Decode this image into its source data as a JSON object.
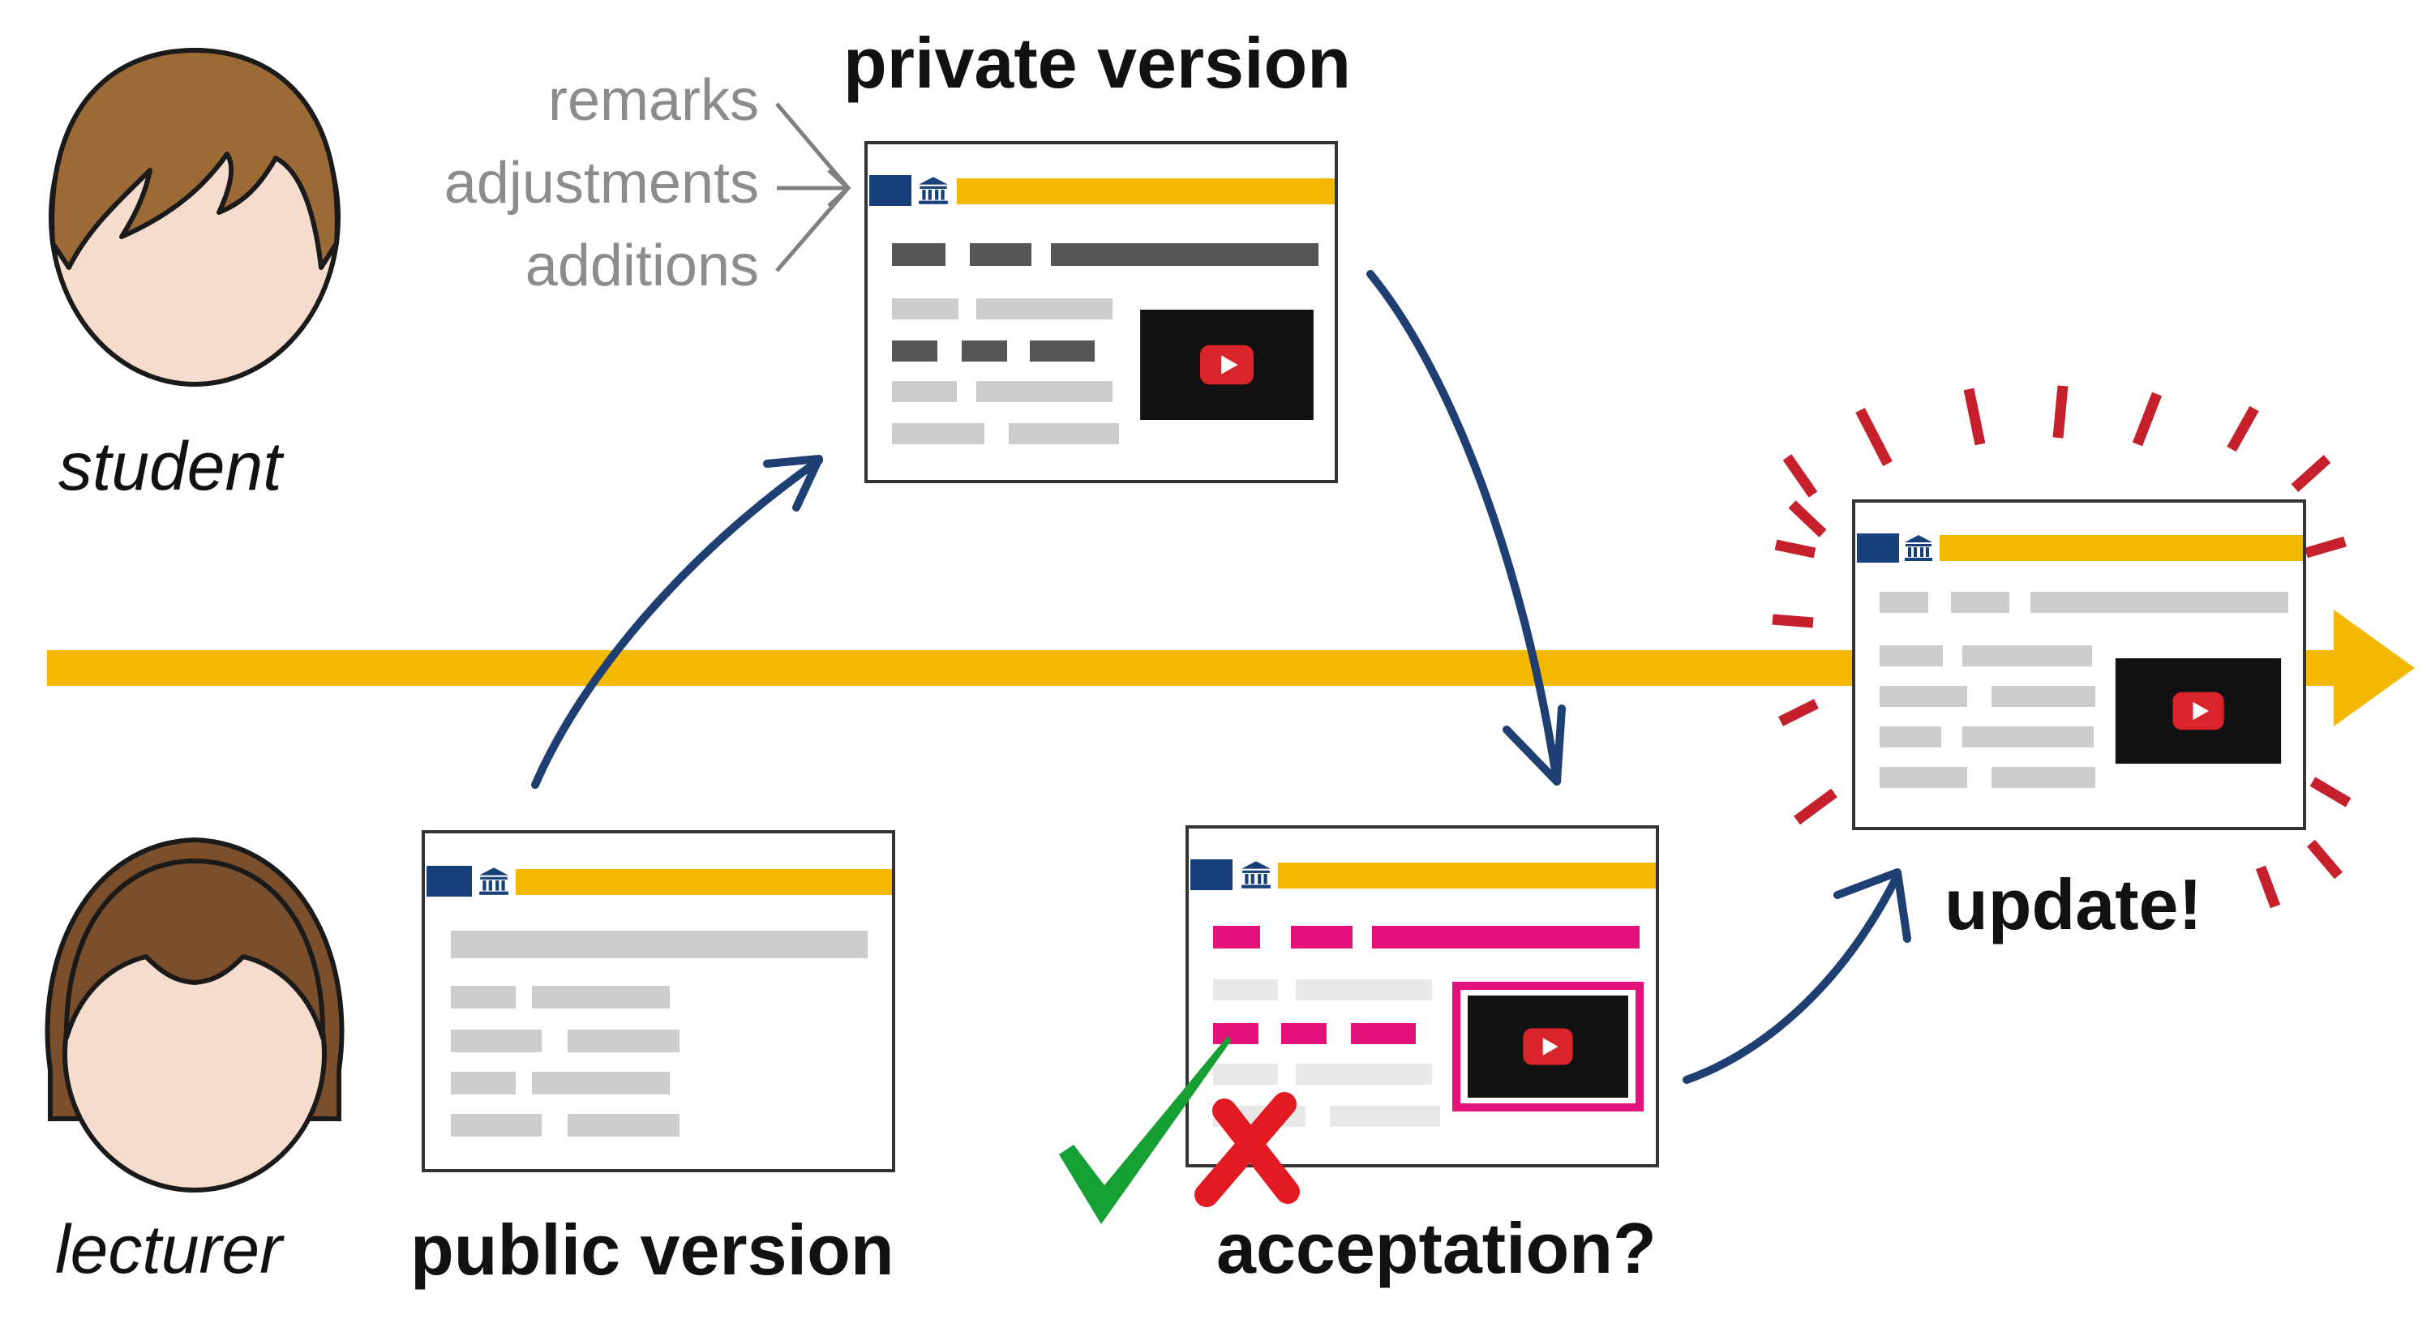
{
  "colors": {
    "timeline": "#f5b800",
    "flow_arrow": "#1f3f73",
    "note_line": "#808080",
    "page_dark_bar": "#555555",
    "page_light_bar": "#cccccc",
    "page_highlight": "#e2127a",
    "video_bg": "#111111",
    "video_button": "#d9252a",
    "header_blue": "#173f7a",
    "header_yellow": "#f5b800",
    "burst": "#c5202b",
    "check": "#16a034",
    "cross": "#e21b22",
    "hair": "#9b6a37",
    "hair_lecturer": "#7b4f2b",
    "skin": "#f6dccd"
  },
  "roles": {
    "student": "student",
    "lecturer": "lecturer"
  },
  "labels": {
    "private_version": "private version",
    "public_version": "public version",
    "acceptation": "acceptation?",
    "update": "update!"
  },
  "notes": [
    "remarks",
    "adjustments",
    "additions"
  ],
  "icons": {
    "student": "student-avatar-icon",
    "lecturer": "lecturer-avatar-icon",
    "institution": "institution-icon",
    "video": "youtube-play-icon",
    "accept": "checkmark-icon",
    "reject": "cross-icon"
  }
}
